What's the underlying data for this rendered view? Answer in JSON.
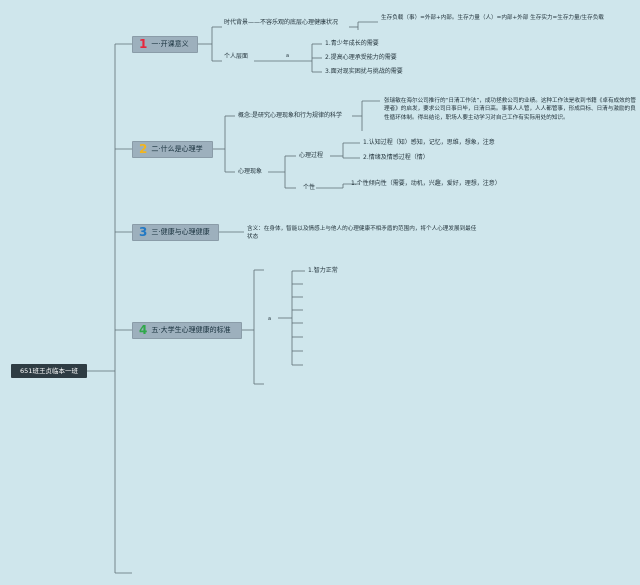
{
  "root": {
    "label": "651班王贞临本一班"
  },
  "topics": [
    {
      "number": "1",
      "number_color": "#e8263c",
      "label": "一·开课意义"
    },
    {
      "number": "2",
      "number_color": "#f2b51e",
      "label": "二·什么是心理学"
    },
    {
      "number": "3",
      "number_color": "#2279c4",
      "label": "三·健康与心理健康"
    },
    {
      "number": "4",
      "number_color": "#2fa84a",
      "label": "五·大学生心理健康的标准"
    }
  ],
  "t1": {
    "era_bg": "时代背景——不容乐观的底层心理健康状况",
    "era_formula": "生存负载（事）=外部+内部。生存力量（人）=内部+外部 生存实力=生存力量/生存负载",
    "personal": "个人层面",
    "marker": "a",
    "needs": [
      "1.青少年成长的需要",
      "2.提高心理承受能力的需要",
      "3.面对现实困扰与挑战的需要"
    ]
  },
  "t2": {
    "concept": "概念:是研究心理现象和行为规律的科学",
    "concept_text": "张瑞敏在海尔公司推行的“日清工作法”，成功拯救公司的业绩。这种工作法是收到书籍《卓有成效的管理者》的启发，要求公司日事日毕，日清日高。事事人人管，人人都管事，形成目标、日清与激励的良性循环体制。得出结论，职场人要主动学习对自己工作有实际用处的知识。",
    "phenomena": "心理现象",
    "process": "心理过程",
    "process_items": [
      "1.认知过程（知）感知，记忆，思维，想象，注意",
      "2.情绪及情感过程（情）"
    ],
    "personality": "个性",
    "personality_items": [
      "1.个性倾向性（需要，动机，兴趣，爱好，理想，注意）"
    ]
  },
  "t3": {
    "text": "含义：在身体，智能以及情感上与他人的心理健康不相矛盾的范围内，将个人心理发展到最佳状态"
  },
  "t4": {
    "marker": "a",
    "first_item": "1.智力正常"
  }
}
